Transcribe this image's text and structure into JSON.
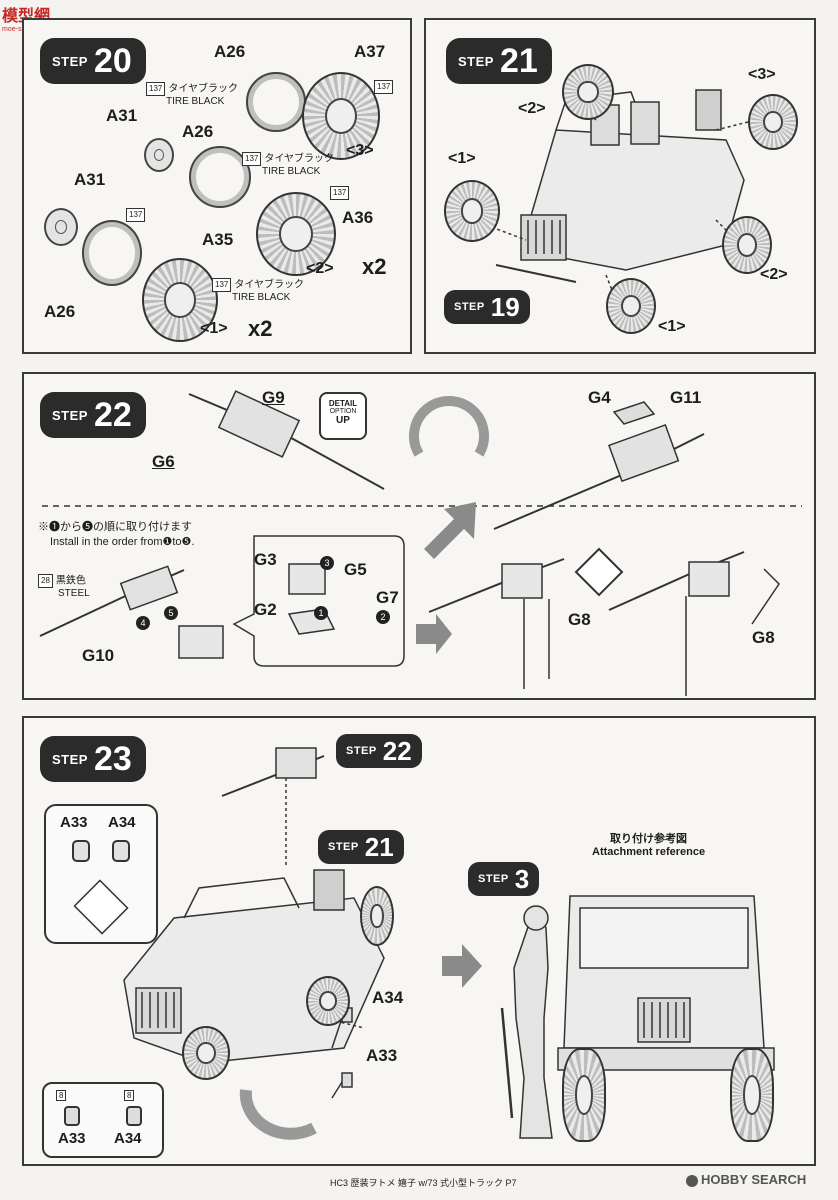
{
  "header": {
    "logo_text": "模型網",
    "logo_sub": "moe-shop.com.cn"
  },
  "step20": {
    "step_word": "STEP",
    "step_num": "20",
    "labels": [
      "A26",
      "A37",
      "A31",
      "A26",
      "A31",
      "A35",
      "A36",
      "A26"
    ],
    "paint_code": "137",
    "paint_jp": "タイヤブラック",
    "paint_en": "TIRE BLACK",
    "brackets": [
      "<3>",
      "<2>",
      "<1>"
    ],
    "multipliers": [
      "x2",
      "x2"
    ]
  },
  "step21": {
    "step_word": "STEP",
    "step_num": "21",
    "brackets": [
      "<3>",
      "<2>",
      "<1>",
      "<2>",
      "<1>"
    ],
    "sub_step_num": "19"
  },
  "step22": {
    "step_word": "STEP",
    "step_num": "22",
    "labels": {
      "g9": "G9",
      "g6": "G6",
      "g4": "G4",
      "g11": "G11",
      "g3": "G3",
      "g5": "G5",
      "g2": "G2",
      "g7": "G7",
      "g10": "G10",
      "g8a": "G8",
      "g8b": "G8"
    },
    "detail_badge": [
      "DETAIL",
      "OPTION",
      "UP"
    ],
    "note_jp": "※❶から❺の順に取り付けます",
    "note_en": "Install in the order from❶to❺.",
    "paint_code": "28",
    "paint_jp": "黒鉄色",
    "paint_en": "STEEL",
    "order_markers": [
      "1",
      "2",
      "3",
      "4",
      "5"
    ]
  },
  "step23": {
    "step_word": "STEP",
    "step_num": "23",
    "sub_steps": [
      "22",
      "21",
      "3"
    ],
    "labels": {
      "a33": "A33",
      "a34": "A34",
      "a34b": "A34",
      "a33b": "A33",
      "a33c": "A33",
      "a34c": "A34"
    },
    "paint_code": "8",
    "ref_jp": "取り付け参考図",
    "ref_en": "Attachment reference"
  },
  "footer": {
    "text": "HC3 歴装ヲトメ 嬉子 w/73 式小型トラック P7",
    "brand": "HOBBY SEARCH"
  }
}
